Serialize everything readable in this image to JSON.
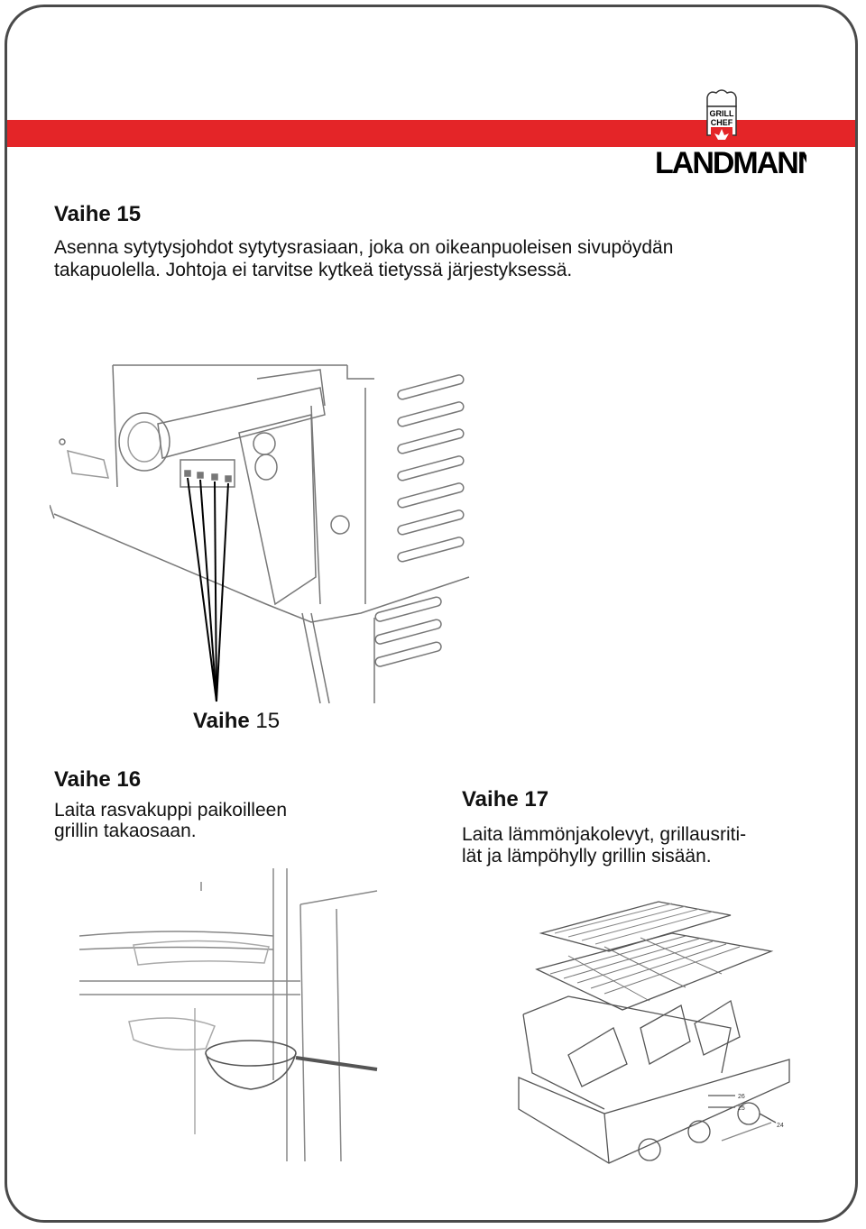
{
  "brand": {
    "logo_top": "GRILL",
    "logo_bottom": "CHEF",
    "name": "LANDMANN",
    "registered": "®",
    "accent": "#e42528"
  },
  "step15": {
    "heading": "Vaihe 15",
    "line1": "Asenna sytytysjohdot sytytysrasiaan, joka on oikeanpuoleisen sivupöydän",
    "line2": "takapuolella.  Johtoja ei tarvitse kytkeä tietyssä järjestyksessä.",
    "caption_bold": "Vaihe",
    "caption_num": "15"
  },
  "step16": {
    "heading": "Vaihe 16",
    "line1": "Laita rasvakuppi paikoilleen",
    "line2": "grillin takaosaan."
  },
  "step17": {
    "heading": "Vaihe 17",
    "line1": "Laita lämmönjakolevyt, grillausriti-",
    "line2": "lät ja lämpöhylly grillin sisään."
  },
  "figure17_labels": [
    "26",
    "25",
    "24"
  ]
}
